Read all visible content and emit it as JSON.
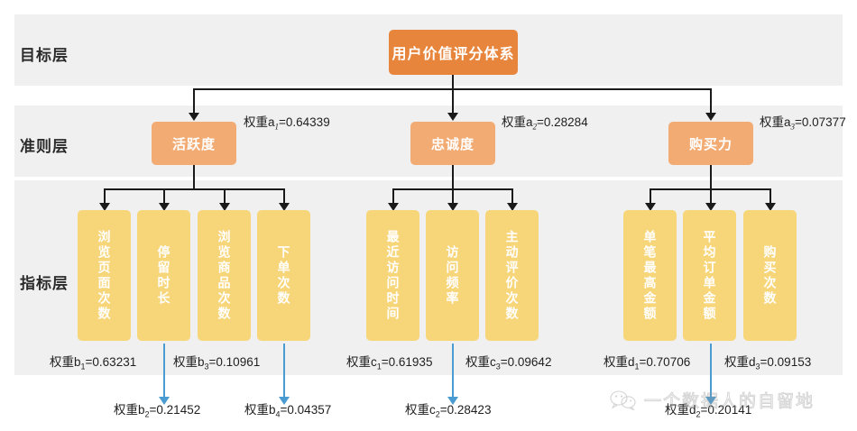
{
  "layers": [
    {
      "id": "goal",
      "label": "目标层"
    },
    {
      "id": "criteria",
      "label": "准则层"
    },
    {
      "id": "index",
      "label": "指标层"
    }
  ],
  "goal": {
    "label": "用户价值评分体系"
  },
  "criteria": [
    {
      "label": "活跃度",
      "weight_text": "权重a",
      "weight_sub": "1",
      "weight_value": "=0.64339"
    },
    {
      "label": "忠诚度",
      "weight_text": "权重a",
      "weight_sub": "2",
      "weight_value": "=0.28284"
    },
    {
      "label": "购买力",
      "weight_text": "权重a",
      "weight_sub": "3",
      "weight_value": "=0.07377"
    }
  ],
  "indicators": {
    "group_a": [
      {
        "label": "浏览页面次数"
      },
      {
        "label": "停留时长"
      },
      {
        "label": "浏览商品次数"
      },
      {
        "label": "下单次数"
      }
    ],
    "group_b": [
      {
        "label": "最近访问时间"
      },
      {
        "label": "访问频率"
      },
      {
        "label": "主动评价次数"
      }
    ],
    "group_c": [
      {
        "label": "单笔最高金额"
      },
      {
        "label": "平均订单金额"
      },
      {
        "label": "购买次数"
      }
    ]
  },
  "indicator_weights": {
    "row_top": [
      {
        "prefix": "权重b",
        "sub": "1",
        "value": "=0.63231"
      },
      {
        "prefix": "权重b",
        "sub": "3",
        "value": "=0.10961"
      },
      {
        "prefix": "权重c",
        "sub": "1",
        "value": "=0.61935"
      },
      {
        "prefix": "权重c",
        "sub": "3",
        "value": "=0.09642"
      },
      {
        "prefix": "权重d",
        "sub": "1",
        "value": "=0.70706"
      },
      {
        "prefix": "权重d",
        "sub": "3",
        "value": "=0.09153"
      }
    ],
    "row_bottom": [
      {
        "prefix": "权重b",
        "sub": "2",
        "value": "=0.21452"
      },
      {
        "prefix": "权重b",
        "sub": "4",
        "value": "=0.04357"
      },
      {
        "prefix": "权重c",
        "sub": "2",
        "value": "=0.28423"
      },
      {
        "prefix": "权重d",
        "sub": "2",
        "value": "=0.20141"
      }
    ]
  },
  "watermark": {
    "text": "一个数据人的自留地",
    "icon": "wechat-icon"
  },
  "colors": {
    "goal_box": "#e8853c",
    "criteria_box": "#f2ab73",
    "indicator_box": "#f7d579",
    "band": "#f0f0f0",
    "connector": "#1a1a1a",
    "blue_connector": "#4a9bd1"
  }
}
